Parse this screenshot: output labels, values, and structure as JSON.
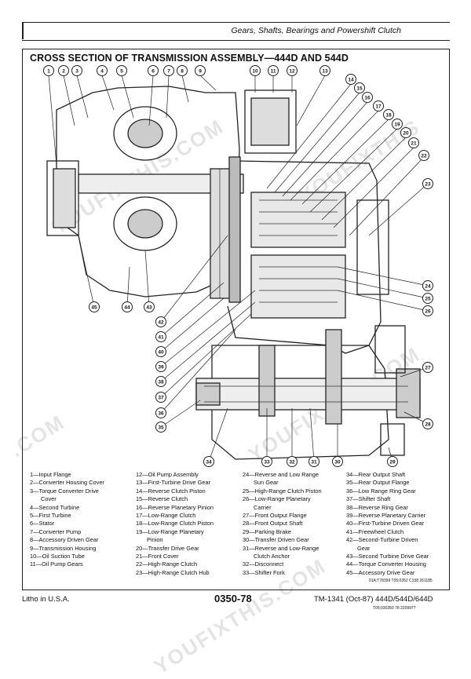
{
  "header": {
    "title": "Gears, Shafts, Bearings and Powershift Clutch"
  },
  "diagram": {
    "title": "CROSS SECTION OF TRANSMISSION ASSEMBLY—444D AND 544D",
    "callouts": [
      "1",
      "2",
      "3",
      "4",
      "5",
      "6",
      "7",
      "8",
      "9",
      "10",
      "11",
      "12",
      "13",
      "14",
      "15",
      "16",
      "17",
      "18",
      "19",
      "20",
      "21",
      "22",
      "23",
      "24",
      "25",
      "26",
      "27",
      "28",
      "29",
      "30",
      "31",
      "32",
      "33",
      "34",
      "35",
      "36",
      "37",
      "38",
      "39",
      "40",
      "41",
      "42",
      "43",
      "44",
      "45"
    ]
  },
  "legend": {
    "col1": [
      "1—Input Flange",
      "2—Converter Housing Cover",
      "3—Torque Converter Drive",
      "Cover",
      "4—Second Turbine",
      "5—First Turbine",
      "6—Stator",
      "7—Converter Pump",
      "8—Accessory Driven Gear",
      "9—Transmission Housing",
      "10—Oil Suction Tube",
      "11—Oil Pump Gears"
    ],
    "col2": [
      "12—Oil Pump Assembly",
      "13—First-Turbine Drive Gear",
      "14—Reverse Clutch Piston",
      "15—Reverse Clutch",
      "16—Reverse Planetary Pinion",
      "17—Low-Range Clutch",
      "18—Low-Range Clutch Piston",
      "19—Low-Range Planetary",
      "Pinion",
      "20—Transfer Drive Gear",
      "21—Front Cover",
      "22—High-Range Clutch",
      "23—High-Range Clutch Hub"
    ],
    "col3": [
      "24—Reverse and Low Range",
      "Sun Gear",
      "25—High-Range Clutch Piston",
      "26—Low-Range Planetary",
      "Carrier",
      "27—Front Output Flange",
      "28—Front Output Shaft",
      "29—Parking Brake",
      "30—Transfer Driven Gear",
      "31—Reverse and Low-Range",
      "Clutch Anchor",
      "32—Disconnect",
      "33—Shifter Fork"
    ],
    "col4": [
      "34—Rear Output Shaft",
      "35—Rear Output Flange",
      "36—Low Range Ring Gear",
      "37—Shifter Shaft",
      "38—Reverse Ring Gear",
      "39—Reverse Planetary Carrier",
      "40—First-Turbine Driven Gear",
      "41—Freewheel Clutch",
      "42—Second-Turbine Driven",
      "Gear",
      "43—Second Turbine Drive Gear",
      "44—Torque Converter Housing",
      "45—Accessory Drive Gear"
    ]
  },
  "codes": {
    "figure": "01A;T78399  T05;0352  C158  261185",
    "small": "T05;030350  78  220997?"
  },
  "footer": {
    "left": "Litho in U.S.A.",
    "page": "0350-78",
    "right": "TM-1341 (Oct-87) 444D/544D/644D"
  },
  "watermarks": [
    "YOUFIXTHIS.COM",
    "YOUFIXTHIS.COM",
    "YOUFIXTHIS",
    ".COM",
    "YOUFIXTHIS.COM"
  ]
}
